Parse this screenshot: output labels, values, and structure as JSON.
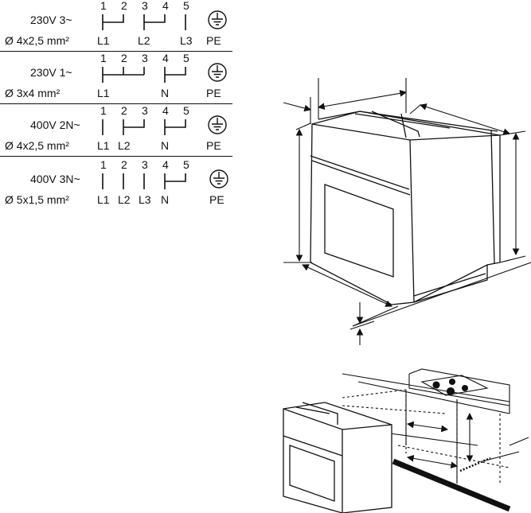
{
  "wiring_table": {
    "rows": [
      {
        "voltage": "230V 3~",
        "cable": "Ø 4x2,5 mm²",
        "terminals": [
          "1",
          "2",
          "3",
          "4",
          "5"
        ],
        "conductors": [
          {
            "label": "L1",
            "slot": 1
          },
          {
            "label": "L2",
            "slot": 3
          },
          {
            "label": "L3",
            "slot": 5
          },
          {
            "label": "PE",
            "slot": 6
          }
        ]
      },
      {
        "voltage": "230V 1~",
        "cable": "Ø 3x4 mm²",
        "terminals": [
          "1",
          "2",
          "3",
          "4",
          "5"
        ],
        "conductors": [
          {
            "label": "L1",
            "slot": 1
          },
          {
            "label": "N",
            "slot": 4
          },
          {
            "label": "PE",
            "slot": 6
          }
        ]
      },
      {
        "voltage": "400V 2N~",
        "cable": "Ø 4x2,5 mm²",
        "terminals": [
          "1",
          "2",
          "3",
          "4",
          "5"
        ],
        "conductors": [
          {
            "label": "L1",
            "slot": 1
          },
          {
            "label": "L2",
            "slot": 2
          },
          {
            "label": "N",
            "slot": 4
          },
          {
            "label": "PE",
            "slot": 6
          }
        ]
      },
      {
        "voltage": "400V 3N~",
        "cable": "Ø 5x1,5 mm²",
        "terminals": [
          "1",
          "2",
          "3",
          "4",
          "5"
        ],
        "conductors": [
          {
            "label": "L1",
            "slot": 1
          },
          {
            "label": "L2",
            "slot": 2
          },
          {
            "label": "L3",
            "slot": 3
          },
          {
            "label": "N",
            "slot": 4
          },
          {
            "label": "PE",
            "slot": 6
          }
        ]
      }
    ]
  }
}
